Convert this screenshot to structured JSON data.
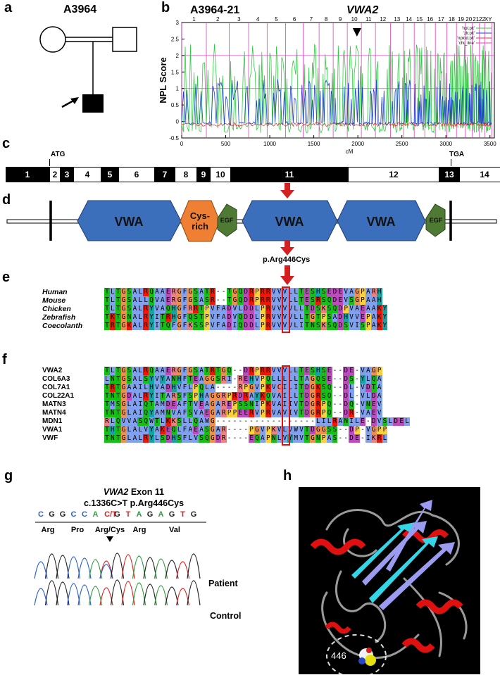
{
  "panels": {
    "a": {
      "label": "a",
      "title": "A3964"
    },
    "b": {
      "label": "b",
      "family": "A3964-21",
      "gene": "VWA2"
    },
    "c": {
      "label": "c"
    },
    "d": {
      "label": "d"
    },
    "e": {
      "label": "e"
    },
    "f": {
      "label": "f"
    },
    "g": {
      "label": "g"
    },
    "h": {
      "label": "h"
    }
  },
  "linkage": {
    "ylabel": "NPL Score",
    "xlabel": "cM",
    "yticks": [
      "3",
      "2.5",
      "2",
      "1.5",
      "1",
      "0.5",
      "0",
      "-0.5"
    ],
    "xticks": [
      "0",
      "500",
      "1000",
      "1500",
      "2000",
      "2500",
      "3000",
      "3500"
    ],
    "chromosomes": [
      "1",
      "2",
      "3",
      "4",
      "5",
      "6",
      "7",
      "8",
      "9",
      "10",
      "11",
      "12",
      "13",
      "14",
      "15",
      "16",
      "17",
      "18",
      "19",
      "20",
      "21",
      "22",
      "XY"
    ],
    "legend": [
      "'npl.plt'",
      "'zlr.plt'",
      "'nplod.plt'",
      "'chr_line'"
    ],
    "colors": {
      "npl": "#2ecc40",
      "zlr": "#1f3fd0",
      "nplod": "#e83a3a",
      "chr_line": "#e040c0"
    }
  },
  "gene": {
    "start_label": "ATG",
    "stop_label": "TGA",
    "exons": [
      {
        "n": "1",
        "dark": true
      },
      {
        "n": "2",
        "dark": false
      },
      {
        "n": "3",
        "dark": true
      },
      {
        "n": "4",
        "dark": false
      },
      {
        "n": "5",
        "dark": true
      },
      {
        "n": "6",
        "dark": false
      },
      {
        "n": "7",
        "dark": true
      },
      {
        "n": "8",
        "dark": false
      },
      {
        "n": "9",
        "dark": true
      },
      {
        "n": "10",
        "dark": false
      },
      {
        "n": "11",
        "dark": true
      },
      {
        "n": "12",
        "dark": false
      },
      {
        "n": "13",
        "dark": true
      },
      {
        "n": "14",
        "dark": false
      }
    ]
  },
  "domains": {
    "vwa1": "VWA",
    "cys": "Cys-\nrich",
    "egf1": "EGF",
    "vwa2": "VWA",
    "vwa3": "VWA",
    "egf2": "EGF",
    "mutation": "p.Arg446Cys"
  },
  "orthologs": [
    {
      "name": "Human",
      "seq": "TLTGSALRQAAERGFGSATR--TGQDRPRRVVVLLTESHSEDEVAGPARH"
    },
    {
      "name": "Mouse",
      "seq": "TLTGSALLQVAERGFGSASR--TGQDRPRRVVVLLTESRSQDEVSGPAAH"
    },
    {
      "name": "Chicken",
      "seq": "TLTGSALRYVAQHGFRRTPVFADVLDDLPRVVVVLLTDSKSQDPVAEAAKY"
    },
    {
      "name": "Zebrafish",
      "seq": "TKTGNALRYITRHGFQSTPVFADVQDDLPRVVVVLLTGTPSADHVVEPAKY"
    },
    {
      "name": "Coecolanth",
      "seq": "TRTGKALRYITQFGFKSSPVFADIQDDLPRVVVVLITNSKSQDSVISPAKY"
    }
  ],
  "paralogs": [
    {
      "name": "VWA2",
      "seq": "TLTGSALRQAAERGFGSATRTGQ--DRPRRVVVLLTESHSE--DE-VAGP"
    },
    {
      "name": "COL6A3",
      "seq": "LNTGSALSYVYANHFTEAGGSRI-REHVPQLLLLLTAGQSE--DS-YLQA"
    },
    {
      "name": "COL7A1",
      "seq": "TRTGAAILHVADHVFLPQLA----RPGVPKVCILITDGKSQ--DL-VDTA"
    },
    {
      "name": "COL22A1",
      "seq": "TNTGDALRYITARSFSPHAGGRPRDRAYKQVAILLTDGRSQ--DL-VLDA"
    },
    {
      "name": "MATN3",
      "seq": "TMSGLAIQTAMDEAFTVEAGAREPSSNIPKVAIIVTDGRPQ--DQ-VNEV"
    },
    {
      "name": "MATN4",
      "seq": "TNTGLAIQYAMNVAFSVAEGARPPEERVPRVAVIVTDGRPQ--DR-VAEV"
    },
    {
      "name": "MDN1",
      "seq": "RLQVVASQWTLKKSLLQAWG------------------LILRANILE-DVSLDEL"
    },
    {
      "name": "VWA1",
      "seq": "THTGLALVYAKEQLFAEASGAR----PGVPKVLVWVTDGGSS--DP-VGPP"
    },
    {
      "name": "VWF",
      "seq": "TNTGLALRYLSDHSFLVSQGDR----EQAPNLVYMVTGNPAS--DE-IKRL"
    }
  ],
  "sanger": {
    "title_gene": "VWA2",
    "title_rest": " Exon 11",
    "mutation": "c.1336C>T p.Arg446Cys",
    "bases": [
      "C",
      "G",
      "G",
      "C",
      "C",
      "A",
      "C/T",
      "G",
      "T",
      "A",
      "G",
      "A",
      "G",
      "T",
      "G"
    ],
    "codons": [
      "Arg",
      "Pro",
      "Arg/Cys",
      "Arg",
      "Val"
    ],
    "patient": "Patient",
    "control": "Control"
  },
  "structure": {
    "residue": "446"
  }
}
